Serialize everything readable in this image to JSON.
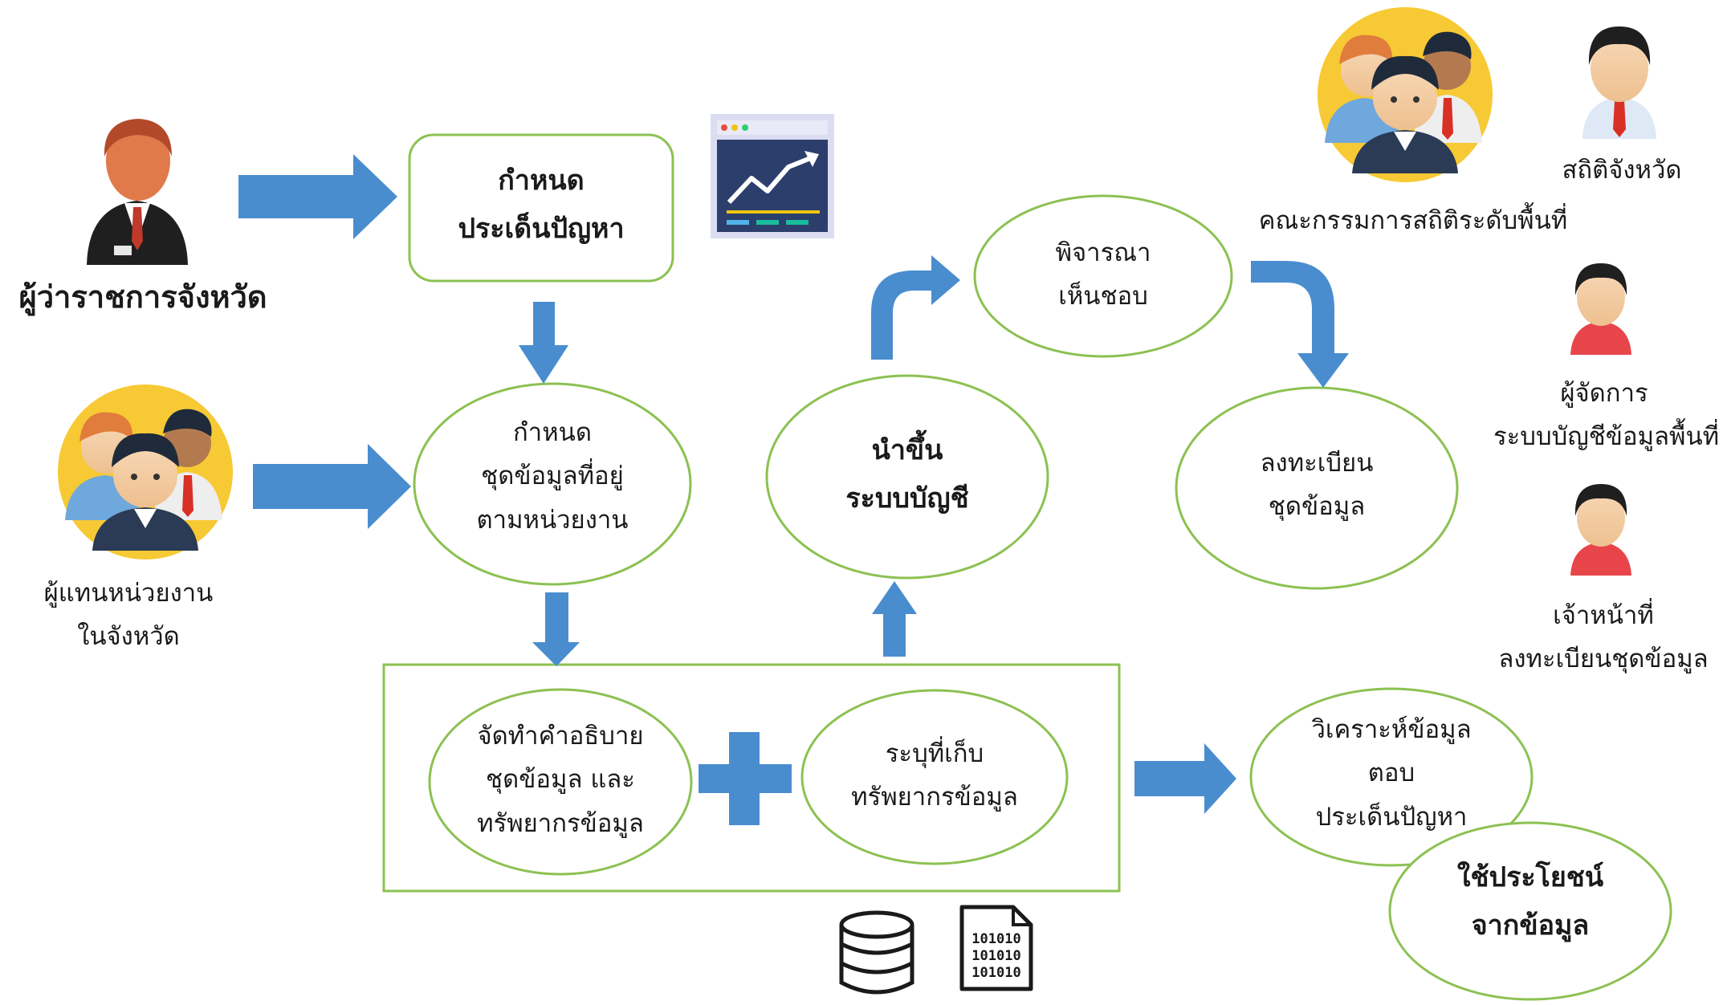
{
  "colors": {
    "arrow": "#4a8dcf",
    "arrow_dark": "#3672ad",
    "node_border": "#8cc152",
    "text": "#1a1a1a"
  },
  "actors": {
    "governor": "ผู้ว่าราชการจังหวัด",
    "agency_rep": [
      "ผู้แทนหน่วยงาน",
      "ในจังหวัด"
    ],
    "committee": "คณะกรรมการสถิติระดับพื้นที่",
    "provincial_stats": "สถิติจังหวัด",
    "catalog_manager": [
      "ผู้จัดการ",
      "ระบบบัญชีข้อมูลพื้นที่"
    ],
    "registrar": [
      "เจ้าหน้าที่",
      "ลงทะเบียนชุดข้อมูล"
    ]
  },
  "steps": {
    "define_issue": [
      "กำหนด",
      "ประเด็นปัญหา"
    ],
    "define_datasets": [
      "กำหนด",
      "ชุดข้อมูลที่อยู่",
      "ตามหน่วยงาน"
    ],
    "describe_datasets": [
      "จัดทำคำอธิบาย",
      "ชุดข้อมูล และ",
      "ทรัพยากรข้อมูล"
    ],
    "identify_storage": [
      "ระบุที่เก็บ",
      "ทรัพยากรข้อมูล"
    ],
    "upload_catalog": [
      "นำขึ้น",
      "ระบบบัญชี"
    ],
    "approve": [
      "พิจารณา",
      "เห็นชอบ"
    ],
    "register": [
      "ลงทะเบียน",
      "ชุดข้อมูล"
    ],
    "analyze": [
      "วิเคราะห์ข้อมูล",
      "ตอบ",
      "ประเด็นปัญหา"
    ],
    "utilize": [
      "ใช้ประโยชน์",
      "จากข้อมูล"
    ]
  },
  "icons": {
    "governor": "businessman-avatar-icon",
    "agency_rep": "group-of-people-icon",
    "committee": "group-of-people-icon",
    "provincial_stats": "man-avatar-icon",
    "catalog_manager": "man-avatar-icon",
    "registrar": "man-avatar-icon",
    "dashboard": "chart-dashboard-icon",
    "database": "database-icon",
    "binary_file": "binary-file-icon"
  },
  "binary_text": [
    "101010",
    "101010",
    "101010"
  ]
}
